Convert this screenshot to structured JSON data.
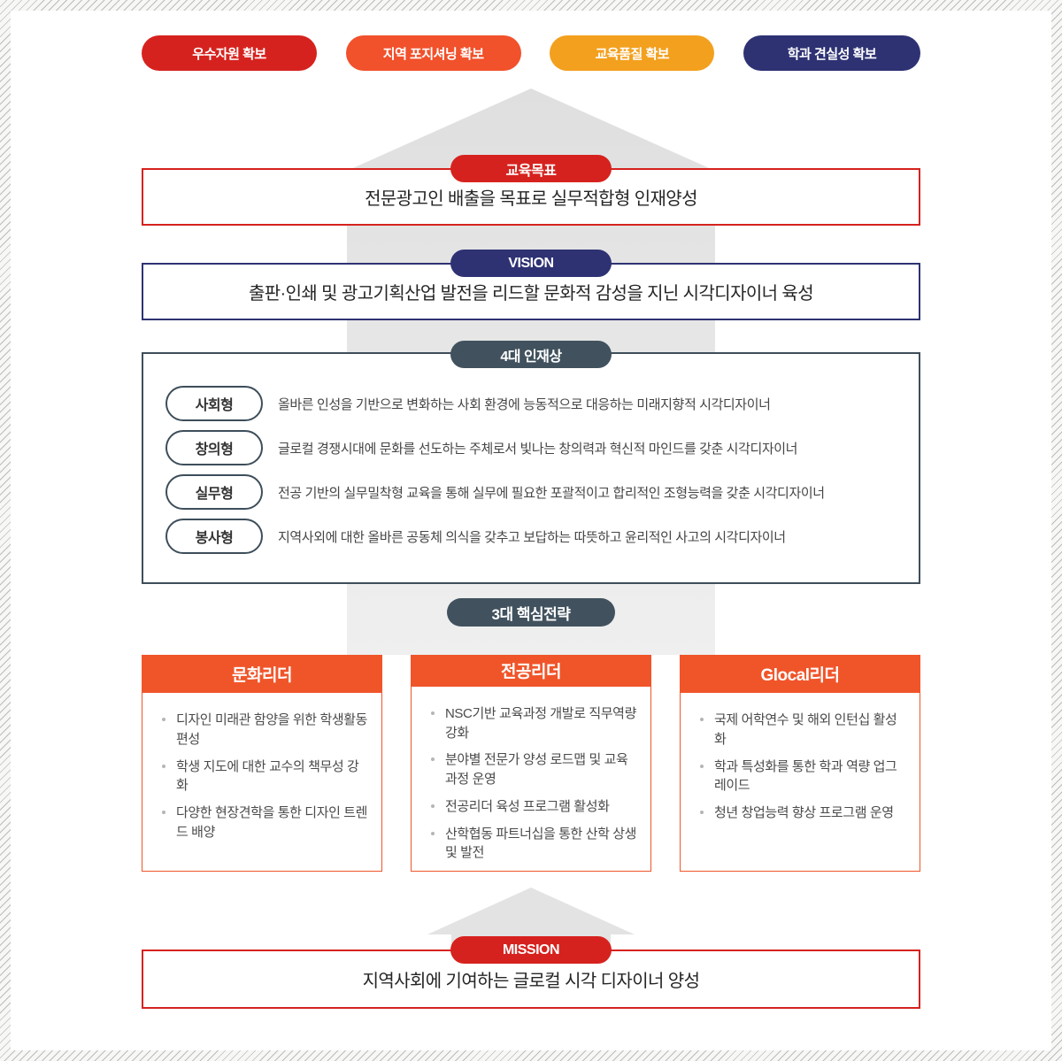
{
  "colors": {
    "red": "#d6221e",
    "orange_red": "#f1512b",
    "amber": "#f3a01e",
    "navy": "#2e3273",
    "slate": "#41525e",
    "column_orange": "#f0552a",
    "arrow_gray": "#e2e2e2"
  },
  "top_badges": [
    {
      "label": "우수자원 확보",
      "color": "#d6221e"
    },
    {
      "label": "지역 포지셔닝 확보",
      "color": "#f1512b"
    },
    {
      "label": "교육품질 확보",
      "color": "#f3a01e"
    },
    {
      "label": "학과 견실성 확보",
      "color": "#2e3273"
    }
  ],
  "goal": {
    "pill": "교육목표",
    "text": "전문광고인 배출을 목표로 실무적합형 인재양성"
  },
  "vision": {
    "pill": "VISION",
    "text": "출판·인쇄 및 광고기획산업 발전을 리드할 문화적 감성을 지닌 시각디자이너 육성"
  },
  "talents": {
    "pill": "4대 인재상",
    "items": [
      {
        "type": "사회형",
        "desc": "올바른 인성을 기반으로 변화하는 사회 환경에 능동적으로 대응하는 미래지향적 시각디자이너"
      },
      {
        "type": "창의형",
        "desc": "글로컬 경쟁시대에 문화를 선도하는 주체로서 빛나는 창의력과 혁신적 마인드를 갖춘 시각디자이너"
      },
      {
        "type": "실무형",
        "desc": "전공 기반의 실무밀착형 교육을 통해 실무에 필요한 포괄적이고 합리적인 조형능력을 갖춘 시각디자이너"
      },
      {
        "type": "봉사형",
        "desc": "지역사외에 대한 올바른 공동체 의식을 갖추고 보답하는 따뜻하고 윤리적인 사고의 시각디자이너"
      }
    ]
  },
  "strategies": {
    "pill": "3대 핵심전략",
    "columns": [
      {
        "title": "문화리더",
        "items": [
          "디자인 미래관 함양을 위한 학생활동 편성",
          "학생 지도에 대한 교수의 책무성 강화",
          "다양한 현장견학을 통한 디자인 트렌드 배양"
        ]
      },
      {
        "title": "전공리더",
        "items": [
          "NSC기반 교육과정 개발로 직무역량 강화",
          "분야별 전문가 양성 로드맵 및 교육과정 운영",
          "전공리더 육성 프로그램 활성화",
          "산학협동 파트너십을 통한 산학 상생 및 발전"
        ]
      },
      {
        "title": "Glocal리더",
        "items": [
          "국제 어학연수 및 해외 인턴십 활성화",
          "학과 특성화를 통한 학과 역량 업그레이드",
          "청년 창업능력 향상 프로그램 운영"
        ]
      }
    ]
  },
  "mission": {
    "pill": "MISSION",
    "text": "지역사회에 기여하는 글로컬 시각 디자이너 양성"
  }
}
